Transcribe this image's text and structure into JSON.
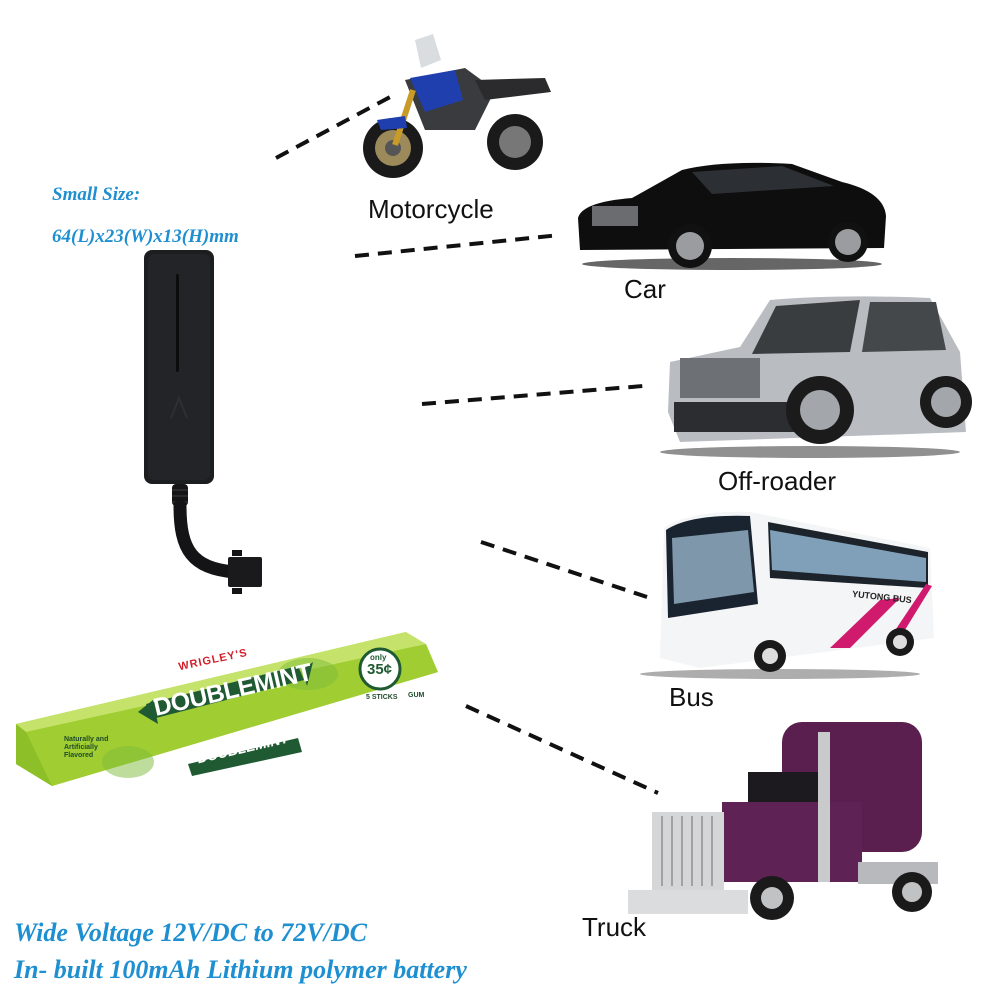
{
  "specs": {
    "size_title": "Small Size:",
    "size_value": "64(L)x23(W)x13(H)mm",
    "voltage": "Wide Voltage 12V/DC to 72V/DC",
    "battery": "In- built 100mAh Lithium polymer battery"
  },
  "gum": {
    "brand": "WRIGLEY'S",
    "name": "DOUBLEMINT",
    "price_prefix": "only",
    "price": "35¢",
    "count": "5 STICKS",
    "type": "GUM",
    "flavor_note": "Naturally and Artificially Flavored"
  },
  "vehicles": [
    {
      "label": "Motorcycle",
      "color": "#1f3fae"
    },
    {
      "label": "Car",
      "color": "#0d0d0d"
    },
    {
      "label": "Off-roader",
      "color": "#b9bcc0"
    },
    {
      "label": "Bus",
      "color": "#d01a6e"
    },
    {
      "label": "Truck",
      "color": "#5a1f4f"
    }
  ],
  "bus_decal": "YUTONG BUS",
  "colors": {
    "spec_text": "#1e8fd0",
    "gum_green": "#a8d23a",
    "gum_dark": "#1f5a32",
    "device": "#1b1c1e"
  }
}
